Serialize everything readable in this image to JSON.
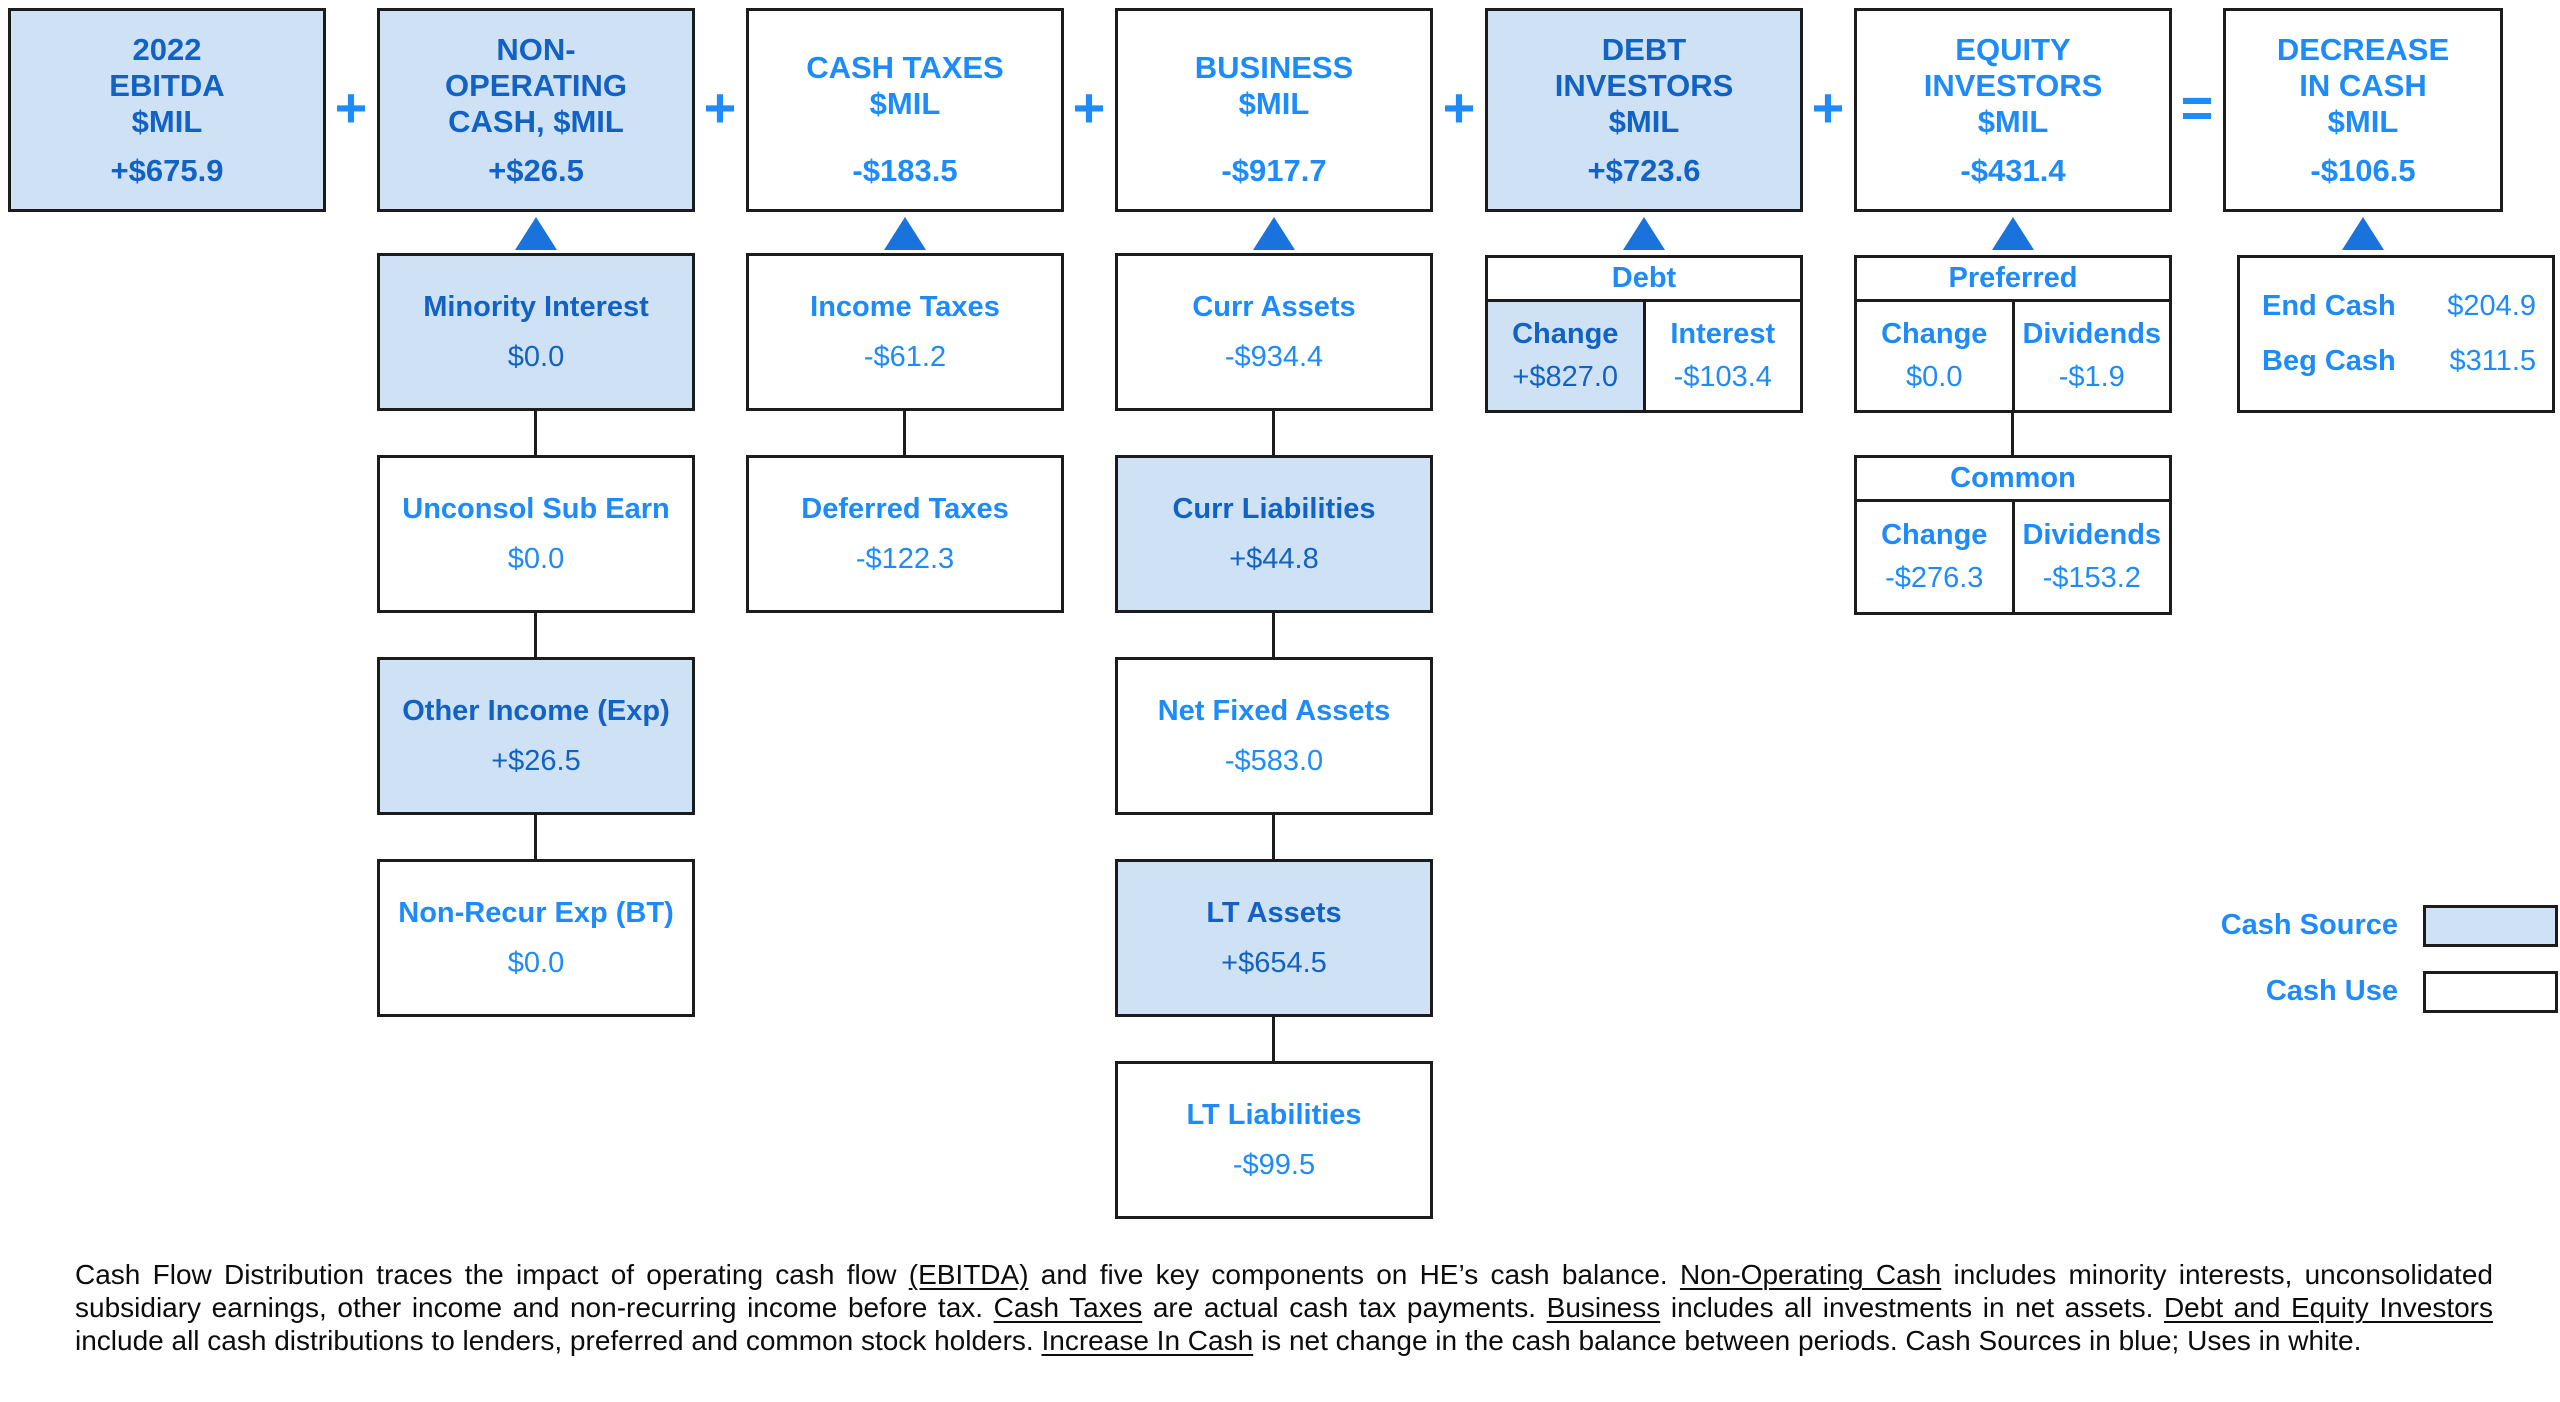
{
  "palette": {
    "cash_source_fill": "#cfe2f5",
    "box_border": "#1c1c1c",
    "text_on_source": "#1262c3",
    "text_on_use": "#1e8bfb",
    "arrow_blue": "#1a72dd"
  },
  "top_row": {
    "boxes": [
      {
        "title": "2022\nEBITDA\n$MIL",
        "value": "+$675.9",
        "type": "source"
      },
      {
        "title": "NON-\nOPERATING\nCASH, $MIL",
        "value": "+$26.5",
        "type": "source"
      },
      {
        "title": "CASH TAXES\n$MIL",
        "value": "-$183.5",
        "type": "use"
      },
      {
        "title": "BUSINESS\n$MIL",
        "value": "-$917.7",
        "type": "use"
      },
      {
        "title": "DEBT\nINVESTORS\n$MIL",
        "value": "+$723.6",
        "type": "source"
      },
      {
        "title": "EQUITY\nINVESTORS\n$MIL",
        "value": "-$431.4",
        "type": "use"
      },
      {
        "title": "DECREASE\nIN CASH\n$MIL",
        "value": "-$106.5",
        "type": "use"
      }
    ],
    "operators": [
      "+",
      "+",
      "+",
      "+",
      "+",
      "="
    ]
  },
  "non_operating_breakdown": [
    {
      "label": "Minority Interest",
      "value": "$0.0",
      "type": "source"
    },
    {
      "label": "Unconsol Sub Earn",
      "value": "$0.0",
      "type": "use"
    },
    {
      "label": "Other Income (Exp)",
      "value": "+$26.5",
      "type": "source"
    },
    {
      "label": "Non-Recur Exp (BT)",
      "value": "$0.0",
      "type": "use"
    }
  ],
  "cash_taxes_breakdown": [
    {
      "label": "Income Taxes",
      "value": "-$61.2",
      "type": "use"
    },
    {
      "label": "Deferred Taxes",
      "value": "-$122.3",
      "type": "use"
    }
  ],
  "business_breakdown": [
    {
      "label": "Curr Assets",
      "value": "-$934.4",
      "type": "use"
    },
    {
      "label": "Curr Liabilities",
      "value": "+$44.8",
      "type": "source"
    },
    {
      "label": "Net Fixed Assets",
      "value": "-$583.0",
      "type": "use"
    },
    {
      "label": "LT Assets",
      "value": "+$654.5",
      "type": "source"
    },
    {
      "label": "LT Liabilities",
      "value": "-$99.5",
      "type": "use"
    }
  ],
  "debt_table": {
    "header": "Debt",
    "cells": [
      {
        "label": "Change",
        "value": "+$827.0",
        "type": "source"
      },
      {
        "label": "Interest",
        "value": "-$103.4",
        "type": "use"
      }
    ]
  },
  "equity_tables": [
    {
      "header": "Preferred",
      "cells": [
        {
          "label": "Change",
          "value": "$0.0",
          "type": "use"
        },
        {
          "label": "Dividends",
          "value": "-$1.9",
          "type": "use"
        }
      ]
    },
    {
      "header": "Common",
      "cells": [
        {
          "label": "Change",
          "value": "-$276.3",
          "type": "use"
        },
        {
          "label": "Dividends",
          "value": "-$153.2",
          "type": "use"
        }
      ]
    }
  ],
  "cash_summary": {
    "rows": [
      {
        "label": "End Cash",
        "value": "$204.9"
      },
      {
        "label": "Beg Cash",
        "value": "$311.5"
      }
    ]
  },
  "legend": [
    {
      "label": "Cash Source",
      "type": "source"
    },
    {
      "label": "Cash Use",
      "type": "use"
    }
  ],
  "footnote_segments": [
    {
      "text": "Cash Flow Distribution traces the impact of operating cash flow ",
      "underline": false
    },
    {
      "text": "(EBITDA)",
      "underline": true
    },
    {
      "text": " and five key components on HE’s cash balance.  ",
      "underline": false
    },
    {
      "text": "Non-Operating Cash",
      "underline": true
    },
    {
      "text": " includes minority interests, unconsolidated subsidiary earnings, other income and non-recurring income before tax.  ",
      "underline": false
    },
    {
      "text": "Cash Taxes",
      "underline": true
    },
    {
      "text": " are actual cash tax payments.  ",
      "underline": false
    },
    {
      "text": "Business",
      "underline": true
    },
    {
      "text": " includes all investments in net assets.  ",
      "underline": false
    },
    {
      "text": "Debt and Equity Investors",
      "underline": true
    },
    {
      "text": " include all cash distributions to lenders, preferred and common stock holders.  ",
      "underline": false
    },
    {
      "text": "Increase In Cash",
      "underline": true
    },
    {
      "text": " is net change in the cash balance between periods.  Cash Sources in blue; Uses in white.",
      "underline": false
    }
  ]
}
